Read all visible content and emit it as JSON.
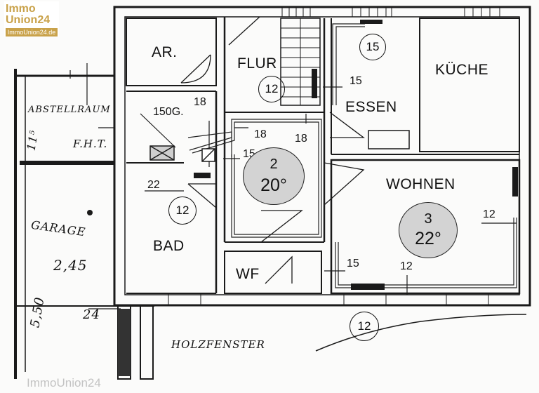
{
  "logo": {
    "line1": "Immo",
    "line2": "Union24",
    "domain": "ImmoUnion24.de"
  },
  "watermark": "ImmoUnion24",
  "rooms": {
    "ar": "AR.",
    "flur": "FLUR",
    "kueche": "KÜCHE",
    "essen": "ESSEN",
    "wohnen": "WOHNEN",
    "bad": "BAD",
    "wf": "WF",
    "abstellraum": "ABSTELLRAUM",
    "garage": "GARAGE"
  },
  "annotations": {
    "fht": "F.H.T.",
    "boiler": "150G.",
    "holzfenster": "HOLZFENSTER"
  },
  "dimensions": {
    "d18a": "18",
    "d18b": "18",
    "d18c": "18",
    "d15a": "15",
    "d15b": "15",
    "d15c": "15",
    "d22": "22",
    "d12a": "12",
    "d12b": "12",
    "d115": "11⁵",
    "d245": "2,45",
    "d550": "5,50",
    "d24": "24"
  },
  "circle_labels": {
    "flur": "12",
    "kueche": "15",
    "bad": "12",
    "outside": "12"
  },
  "heating_circles": {
    "flur": {
      "number": "2",
      "temp": "20°"
    },
    "wohnen": {
      "number": "3",
      "temp": "22°"
    }
  }
}
